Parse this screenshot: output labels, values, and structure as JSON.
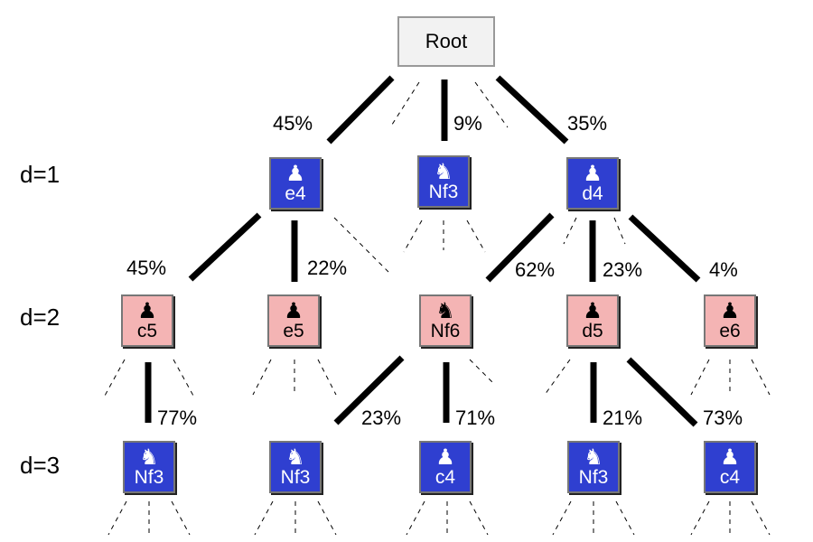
{
  "root": {
    "label": "Root"
  },
  "depth_labels": [
    "d=1",
    "d=2",
    "d=3"
  ],
  "nodes": {
    "e4": {
      "move": "e4",
      "piece": "♟",
      "side": "white",
      "icon": "pawn-icon"
    },
    "nf3": {
      "move": "Nf3",
      "piece": "♞",
      "side": "white",
      "icon": "knight-icon"
    },
    "d4": {
      "move": "d4",
      "piece": "♟",
      "side": "white",
      "icon": "pawn-icon"
    },
    "c5": {
      "move": "c5",
      "piece": "♟",
      "side": "black",
      "icon": "pawn-icon"
    },
    "e5": {
      "move": "e5",
      "piece": "♟",
      "side": "black",
      "icon": "pawn-icon"
    },
    "nf6": {
      "move": "Nf6",
      "piece": "♞",
      "side": "black",
      "icon": "knight-icon"
    },
    "d5": {
      "move": "d5",
      "piece": "♟",
      "side": "black",
      "icon": "pawn-icon"
    },
    "e6": {
      "move": "e6",
      "piece": "♟",
      "side": "black",
      "icon": "pawn-icon"
    },
    "nf3_a": {
      "move": "Nf3",
      "piece": "♞",
      "side": "white",
      "icon": "knight-icon"
    },
    "nf3_b": {
      "move": "Nf3",
      "piece": "♞",
      "side": "white",
      "icon": "knight-icon"
    },
    "c4_a": {
      "move": "c4",
      "piece": "♟",
      "side": "white",
      "icon": "pawn-icon"
    },
    "nf3_c": {
      "move": "Nf3",
      "piece": "♞",
      "side": "white",
      "icon": "knight-icon"
    },
    "c4_b": {
      "move": "c4",
      "piece": "♟",
      "side": "white",
      "icon": "pawn-icon"
    }
  },
  "edges": {
    "root_e4": "45%",
    "root_nf3": "9%",
    "root_d4": "35%",
    "e4_c5": "45%",
    "e4_e5": "22%",
    "d4_nf6": "62%",
    "d4_d5": "23%",
    "d4_e6": "4%",
    "c5_nf3": "77%",
    "nf6_nf3": "23%",
    "nf6_c4": "71%",
    "d5_nf3": "21%",
    "d5_c4": "73%"
  },
  "colors": {
    "white_move": "#2f3fd0",
    "black_move": "#f4b4b4",
    "edge": "#000000"
  }
}
